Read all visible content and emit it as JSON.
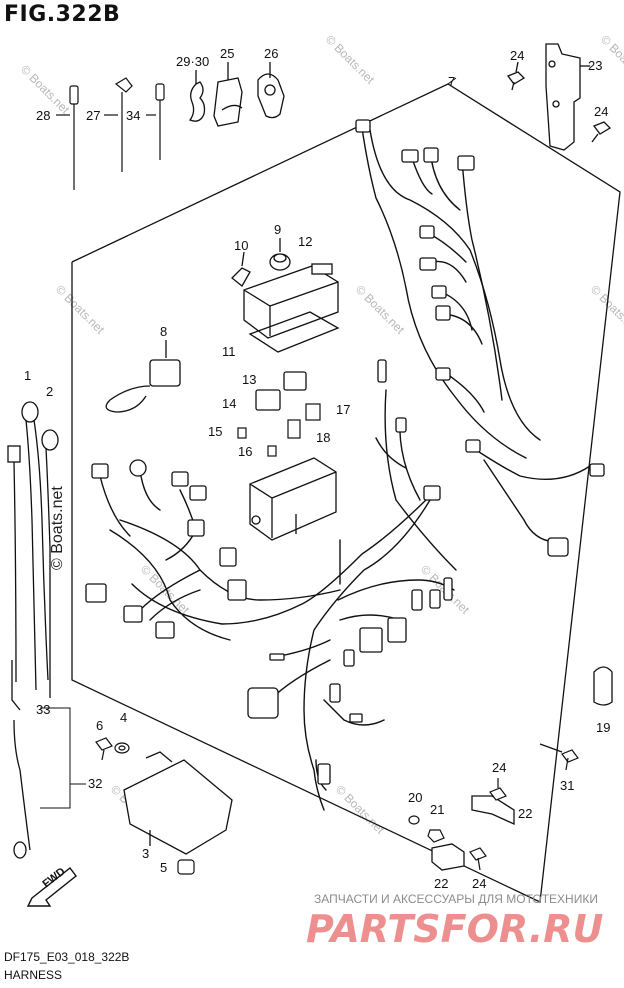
{
  "figure": {
    "title": "FIG.322B",
    "code": "DF175_E03_018_322B",
    "name": "HARNESS"
  },
  "callouts": [
    "1",
    "2",
    "3",
    "4",
    "5",
    "6",
    "7",
    "8",
    "9",
    "10",
    "11",
    "12",
    "13",
    "14",
    "15",
    "16",
    "17",
    "18",
    "19",
    "20",
    "21",
    "22",
    "22",
    "23",
    "24",
    "24",
    "24",
    "24",
    "25",
    "26",
    "27",
    "28",
    "29·30",
    "31",
    "32",
    "33",
    "34"
  ],
  "watermark": {
    "text": "© Boats.net",
    "side_text": "© Boats.net"
  },
  "brand": {
    "tagline": "ЗАПЧАСТИ И АКСЕССУАРЫ ДЛЯ МОТОТЕХНИКИ",
    "logo": "PARTSFOR.RU"
  },
  "badge": {
    "label": "FWD"
  }
}
